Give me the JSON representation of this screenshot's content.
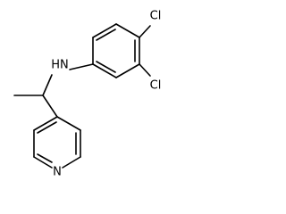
{
  "molecule": {
    "atoms": {
      "cl_top": "Cl",
      "cl_bottom": "Cl",
      "nh": "HN",
      "n_ring": "N"
    }
  },
  "colors": {
    "ink": "#000000",
    "background": "#ffffff"
  }
}
